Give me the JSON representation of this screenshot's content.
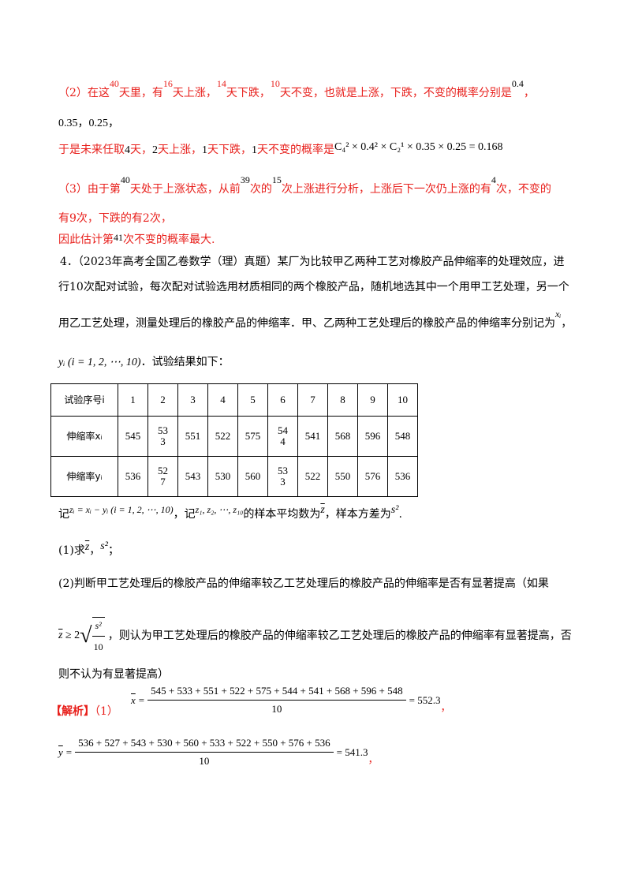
{
  "part2": {
    "l1_a": "（2）在这",
    "n40": "40",
    "l1_b": "天里，有",
    "n16": "16",
    "l1_c": "天上涨，",
    "n14": "14",
    "l1_d": "天下跌，",
    "n10": "10",
    "l1_e": "天不变，也就是上涨，下跌，不变的概率分别是",
    "p_up": "0.4",
    "l1_f": "，",
    "l2": "0.35，0.25，",
    "l3_a": "于是未来任取",
    "n4": "4",
    "l3_b": "天，",
    "n2": "2",
    "l3_c": "天上涨，",
    "n1a": "1",
    "l3_d": "天下跌，",
    "n1b": "1",
    "l3_e": "天不变的概率是",
    "formula": "C₄² × 0.4² × C₂¹ × 0.35 × 0.25 = 0.168"
  },
  "part3": {
    "l1_a": "（3）由于第",
    "n40": "40",
    "l1_b": "天处于上涨状态，从前",
    "n39": "39",
    "l1_c": "次的",
    "n15": "15",
    "l1_d": "次上涨进行分析，上涨后下一次仍上涨的有",
    "n4": "4",
    "l1_e": "次，不变的",
    "l2": "有9次，下跌的有2次，",
    "l3_a": "因此估计第",
    "n41": "41",
    "l3_b": "次不变的概率最大."
  },
  "problem4": {
    "l1": "4．（2023年高考全国乙卷数学（理）真题）某厂为比较甲乙两种工艺对橡胶产品伸缩率的处理效应，进",
    "l2": "行10次配对试验，每次配对试验选用材质相同的两个橡胶产品，随机地选其中一个用甲工艺处理，另一个",
    "l3": "用乙工艺处理，测量处理后的橡胶产品的伸缩率．甲、乙两种工艺处理后的橡胶产品的伸缩率分别记为",
    "l3_var": "xᵢ",
    "l3_end": "，",
    "l4_math": "yᵢ (i = 1, 2, ⋯, 10)",
    "l4_text": "．试验结果如下："
  },
  "table": {
    "headers": [
      "试验序号i",
      "伸缩率xᵢ",
      "伸缩率yᵢ"
    ],
    "cols": [
      "1",
      "2",
      "3",
      "4",
      "5",
      "6",
      "7",
      "8",
      "9",
      "10"
    ],
    "x": [
      "545",
      "53\n3",
      "551",
      "522",
      "575",
      "54\n4",
      "541",
      "568",
      "596",
      "548"
    ],
    "y": [
      "536",
      "52\n7",
      "543",
      "530",
      "560",
      "53\n3",
      "522",
      "550",
      "576",
      "536"
    ]
  },
  "after_table": {
    "l1_a": "记",
    "l1_m1": "zᵢ = xᵢ − yᵢ (i = 1, 2, ⋯, 10)",
    "l1_b": "，记",
    "l1_m2": "z₁, z₂, ⋯, z₁₀",
    "l1_c": "的样本平均数为",
    "zbar": "z",
    "l1_d": "，样本方差为",
    "s2": "s²",
    "l1_e": ".",
    "q1_a": "(1)求",
    "q1_b": "，",
    "q1_c": "；",
    "q2": "(2)判断甲工艺处理后的橡胶产品的伸缩率较乙工艺处理后的橡胶产品的伸缩率是否有显著提高（如果",
    "q2b_math": "z ≥ 2",
    "q2b_num": "s²",
    "q2b_den": "10",
    "q2b_text": "，则认为甲工艺处理后的橡胶产品的伸缩率较乙工艺处理后的橡胶产品的伸缩率有显著提高，否",
    "q2c": "则不认为有显著提高）"
  },
  "solution": {
    "label": "【解析】",
    "part": "（1）",
    "xbar": "x",
    "x_num": "545 + 533 + 551 + 522 + 575 + 544 + 541 + 568 + 596 + 548",
    "x_den": "10",
    "x_res": "= 552.3",
    "comma1": "，",
    "ybar": "y",
    "y_num": "536 + 527 + 543 + 530 + 560 + 533 + 522 + 550 + 576 + 536",
    "y_den": "10",
    "y_res": "= 541.3",
    "comma2": "，"
  }
}
